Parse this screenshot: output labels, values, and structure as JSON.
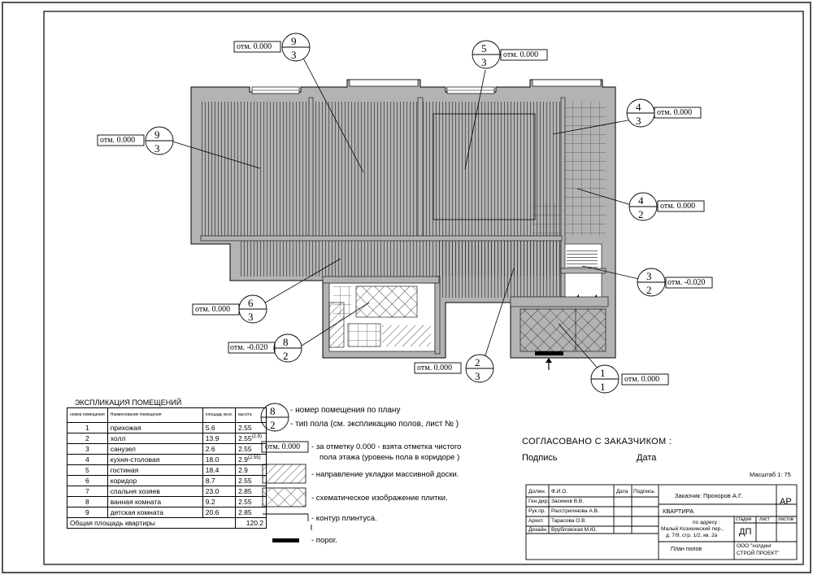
{
  "colors": {
    "ink": "#000000",
    "wall": "#b3b3b3",
    "paper": "#ffffff",
    "border": "#555555"
  },
  "plan": {
    "callouts": [
      {
        "room": "9",
        "floor": "3",
        "level": "отм. 0.000"
      },
      {
        "room": "5",
        "floor": "3",
        "level": "отм. 0.000"
      },
      {
        "room": "4",
        "floor": "3",
        "level": "отм. 0.000"
      },
      {
        "room": "9",
        "floor": "3",
        "level": "отм. 0.000"
      },
      {
        "room": "4",
        "floor": "2",
        "level": "отм. 0.000"
      },
      {
        "room": "3",
        "floor": "2",
        "level": "отм. -0.020"
      },
      {
        "room": "6",
        "floor": "3",
        "level": "отм. 0.000"
      },
      {
        "room": "8",
        "floor": "2",
        "level": "отм. -0.020"
      },
      {
        "room": "2",
        "floor": "3",
        "level": "отм. 0.000"
      },
      {
        "room": "1",
        "floor": "1",
        "level": "отм. 0.000"
      }
    ]
  },
  "explication": {
    "title": "ЭКСПЛИКАЦИЯ ПОМЕЩЕНИЙ",
    "headers": [
      "номер помещения",
      "Наименование помещения",
      "площадь кв.м.",
      "высота"
    ],
    "rows": [
      {
        "n": "1",
        "name": "прихожая",
        "area": "5.6",
        "height": "2.55",
        "note": ""
      },
      {
        "n": "2",
        "name": "холл",
        "area": "13.9",
        "height": "2.55",
        "note": "(2.9)"
      },
      {
        "n": "3",
        "name": "санузел",
        "area": "2.6",
        "height": "2.55",
        "note": ""
      },
      {
        "n": "4",
        "name": "кухня-столовая",
        "area": "18.0",
        "height": "2.9",
        "note": "(2.55)"
      },
      {
        "n": "5",
        "name": "гостиная",
        "area": "18.4",
        "height": "2.9",
        "note": ""
      },
      {
        "n": "6",
        "name": "коридор",
        "area": "8.7",
        "height": "2.55",
        "note": ""
      },
      {
        "n": "7",
        "name": "спальня хозяев",
        "area": "23.0",
        "height": "2.85",
        "note": ""
      },
      {
        "n": "8",
        "name": "ванная комната",
        "area": "9.2",
        "height": "2.55",
        "note": ""
      },
      {
        "n": "9",
        "name": "детская комната",
        "area": "20.6",
        "height": "2.85",
        "note": ""
      }
    ],
    "total_label": "Общая площадь квартиры",
    "total_value": "120.2"
  },
  "legend": {
    "sample_room": "8",
    "sample_floor": "2",
    "room_text": "- номер помещения по плану",
    "floor_text": "- тип пола (см. экспликацию полов, лист №     )",
    "level_box": "отм. 0.000",
    "level_text_1": "- за отметку  0.000  - взята отметка чистого",
    "level_text_2": "пола этажа (уровень пола в коридоре )",
    "board_text": "- направление укладки массивной доски.",
    "tile_text": "- схематическое изображение плитки.",
    "plinth_text": "- контур плинтуса.",
    "threshold_text": "- порог."
  },
  "approval": {
    "agreed": "СОГЛАСОВАНО  С  ЗАКАЗЧИКОМ :",
    "signature": "Подпись",
    "date": "Дата"
  },
  "scale": "Масштаб 1: 75",
  "stamp": {
    "col_position": "Должн.",
    "col_name": "Ф.И.О.",
    "col_date": "Дата",
    "col_sign": "Подпись",
    "rows": [
      {
        "role": "Ген.дир.",
        "name": "Засимов В.В."
      },
      {
        "role": "Рук.пр.",
        "name": "Расстригинова А.В."
      },
      {
        "role": "Архит.",
        "name": "Тарасова О.В."
      },
      {
        "role": "Дизайн.",
        "name": "Врубловская М.Ю."
      }
    ],
    "client": "Заказчик:     Прохоров А.Г.",
    "code": "АР",
    "object": "КВАРТИРА",
    "address_1": "по адресу :",
    "address_2": "Малый Козихинский пер.,",
    "address_3": "д. 7/9, стр. 1/2, кв. 2а",
    "stage_label": "стадия",
    "sheet_label": "лист",
    "sheets_label": "листов",
    "stage": "ДП",
    "drawing": "План полов",
    "company_1": "ООО \"холдинг",
    "company_2": "СТРОЙ ПРОЕКТ\""
  }
}
